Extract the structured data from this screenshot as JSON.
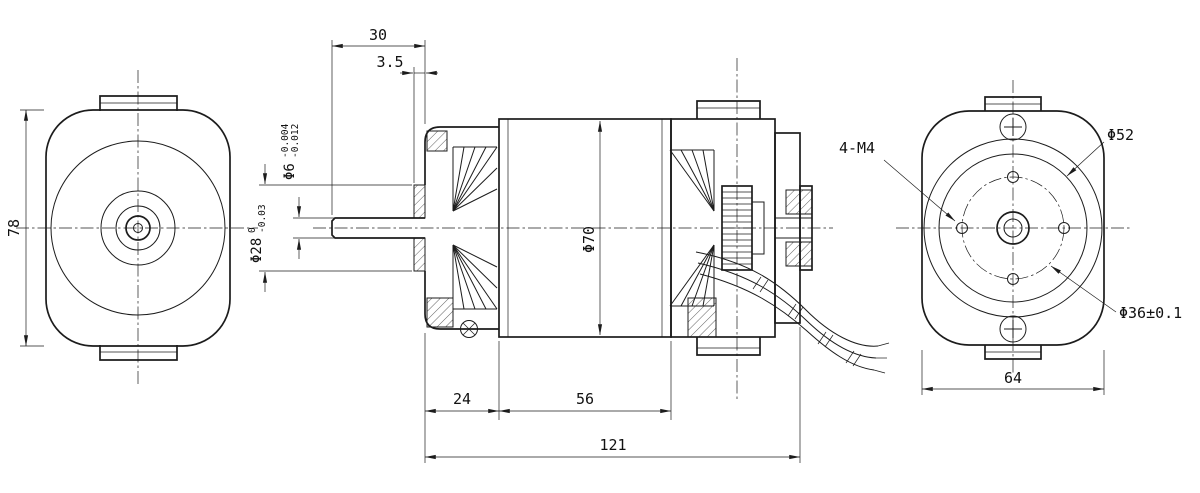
{
  "palette": {
    "background": "#ffffff",
    "line": "#1c1c1c"
  },
  "front_view": {
    "height_dim": "78"
  },
  "section_view": {
    "shaft_extension_dim": "30",
    "pilot_length_dim": "3.5",
    "shaft_dia": {
      "base": "Φ6",
      "tol_upper": "-0.004",
      "tol_lower": "-0.012"
    },
    "pilot_dia": {
      "base": "Φ28",
      "tol_upper": "0",
      "tol_lower": "-0.03"
    },
    "body_dia_dim": "Φ70",
    "front_section_dim": "24",
    "stator_section_dim": "56",
    "overall_length_dim": "121"
  },
  "rear_view": {
    "mount_thread_dim": "4-M4",
    "pilot_circle_dim": "Φ52",
    "bolt_circle_dim": "Φ36±0.1",
    "width_dim": "64"
  }
}
